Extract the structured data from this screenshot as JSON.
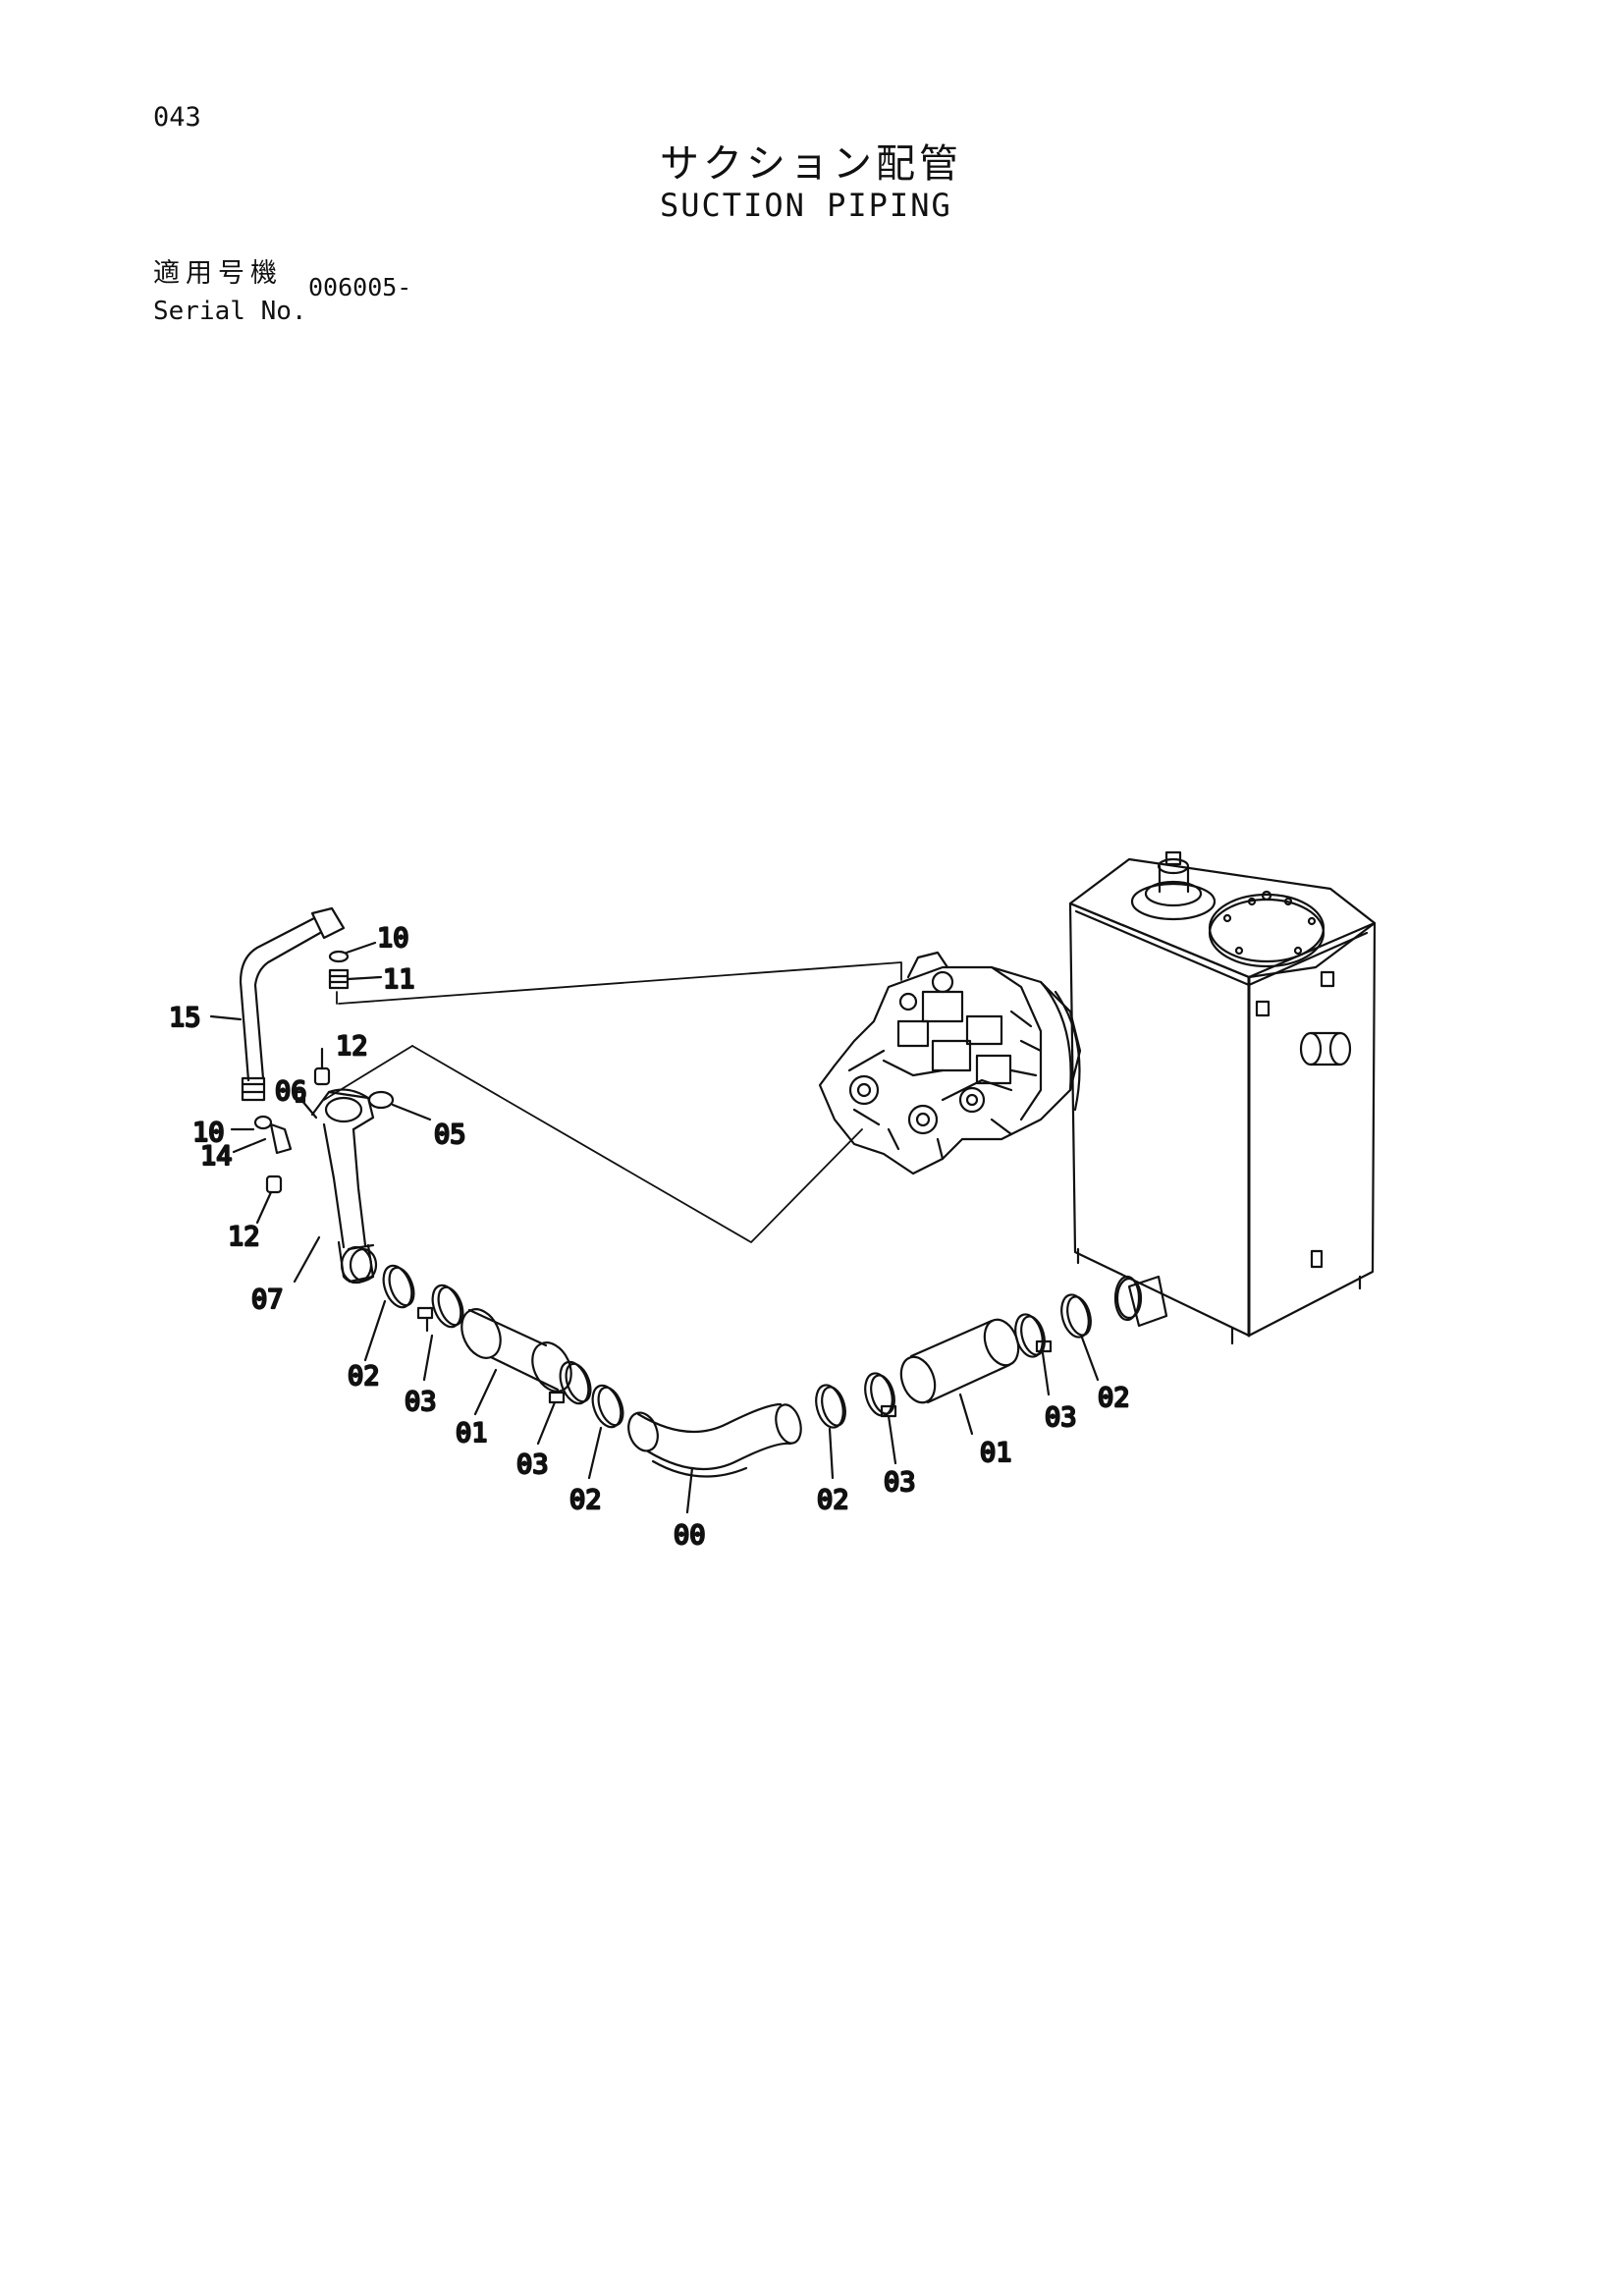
{
  "page": {
    "number": "043",
    "title_jp": "サクション配管",
    "title_en": "SUCTION PIPING",
    "serial_label_jp": "適用号機",
    "serial_label_en": "Serial No.",
    "serial_value": "006005-"
  },
  "callouts": {
    "c10a": "10",
    "c11": "11",
    "c15": "15",
    "c12a": "12",
    "c06": "06",
    "c10b": "10",
    "c14": "14",
    "c05": "05",
    "c12b": "12",
    "c07": "07",
    "c02a": "02",
    "c03a": "03",
    "c01a": "01",
    "c03b": "03",
    "c02b": "02",
    "c00": "00",
    "c02c": "02",
    "c03c": "03",
    "c01b": "01",
    "c03d": "03",
    "c02d": "02"
  }
}
